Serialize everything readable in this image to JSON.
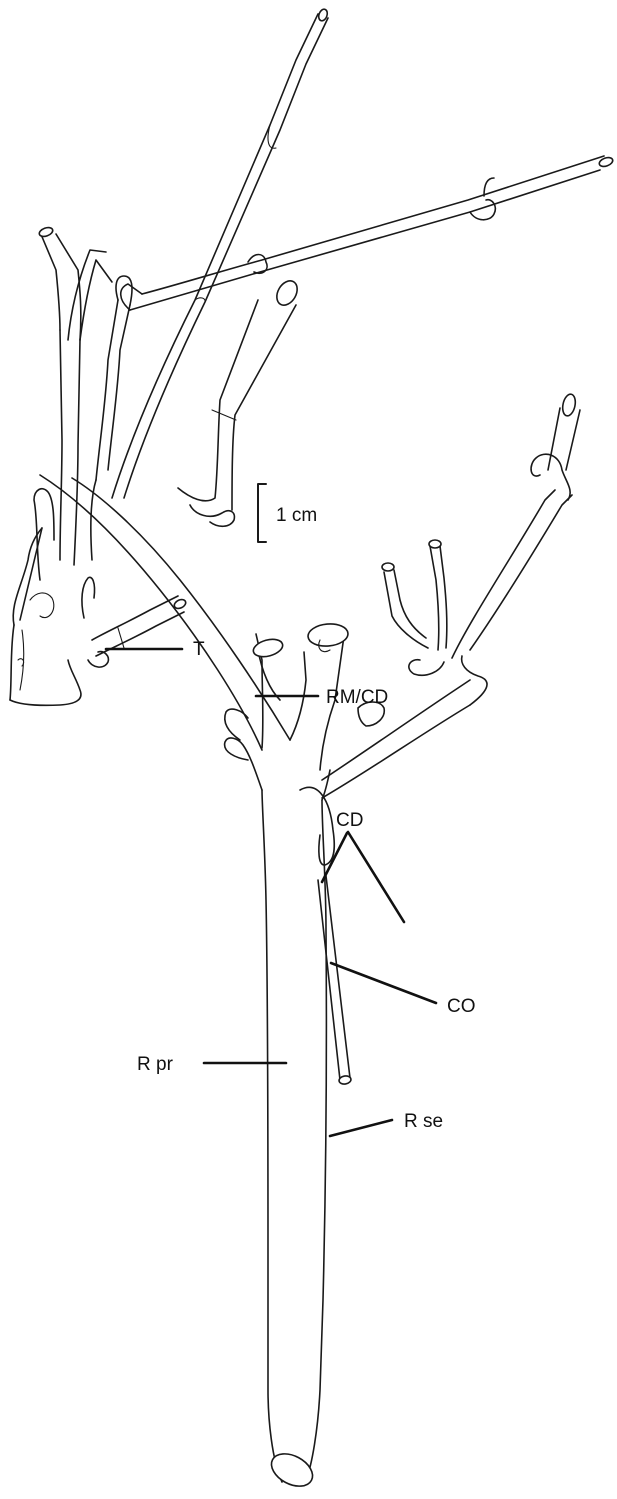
{
  "scale_bar": {
    "label": "1 cm"
  },
  "labels": {
    "t": "T",
    "rm_cd": "RM/CD",
    "cd": "CD",
    "co": "CO",
    "r_pr": "R pr",
    "r_se": "R se"
  }
}
